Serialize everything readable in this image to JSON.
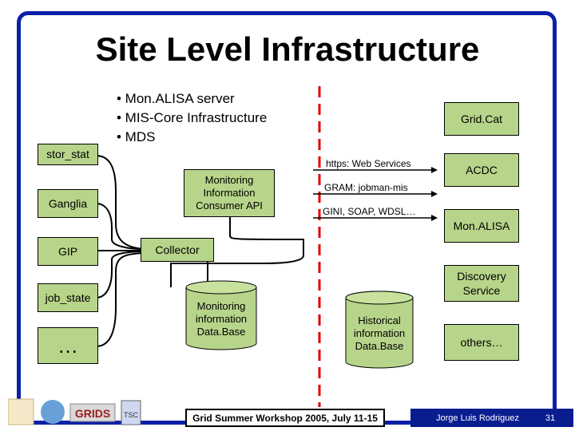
{
  "title": "Site Level Infrastructure",
  "bullets": [
    "• Mon.ALISA server",
    "• MIS-Core Infrastructure",
    "• MDS"
  ],
  "left_items": [
    "stor_stat",
    "Ganglia",
    "GIP",
    "job_state",
    "…"
  ],
  "monitoring_api": "Monitoring Information Consumer API",
  "collector": "Collector",
  "monitoring_db": "Monitoring information Data.Base",
  "historical_db": "Historical information Data.Base",
  "protocols": [
    "https: Web Services",
    "GRAM: jobman-mis",
    "GINI, SOAP, WDSL…"
  ],
  "right_items": [
    "Grid.Cat",
    "ACDC",
    "Mon.ALISA",
    "Discovery Service",
    "others…"
  ],
  "footer": {
    "workshop": "Grid Summer Workshop 2005, July 11-15",
    "author": "Jorge Luis Rodriguez",
    "page": "31",
    "logos": [
      "GRIDS",
      "TSC"
    ]
  }
}
